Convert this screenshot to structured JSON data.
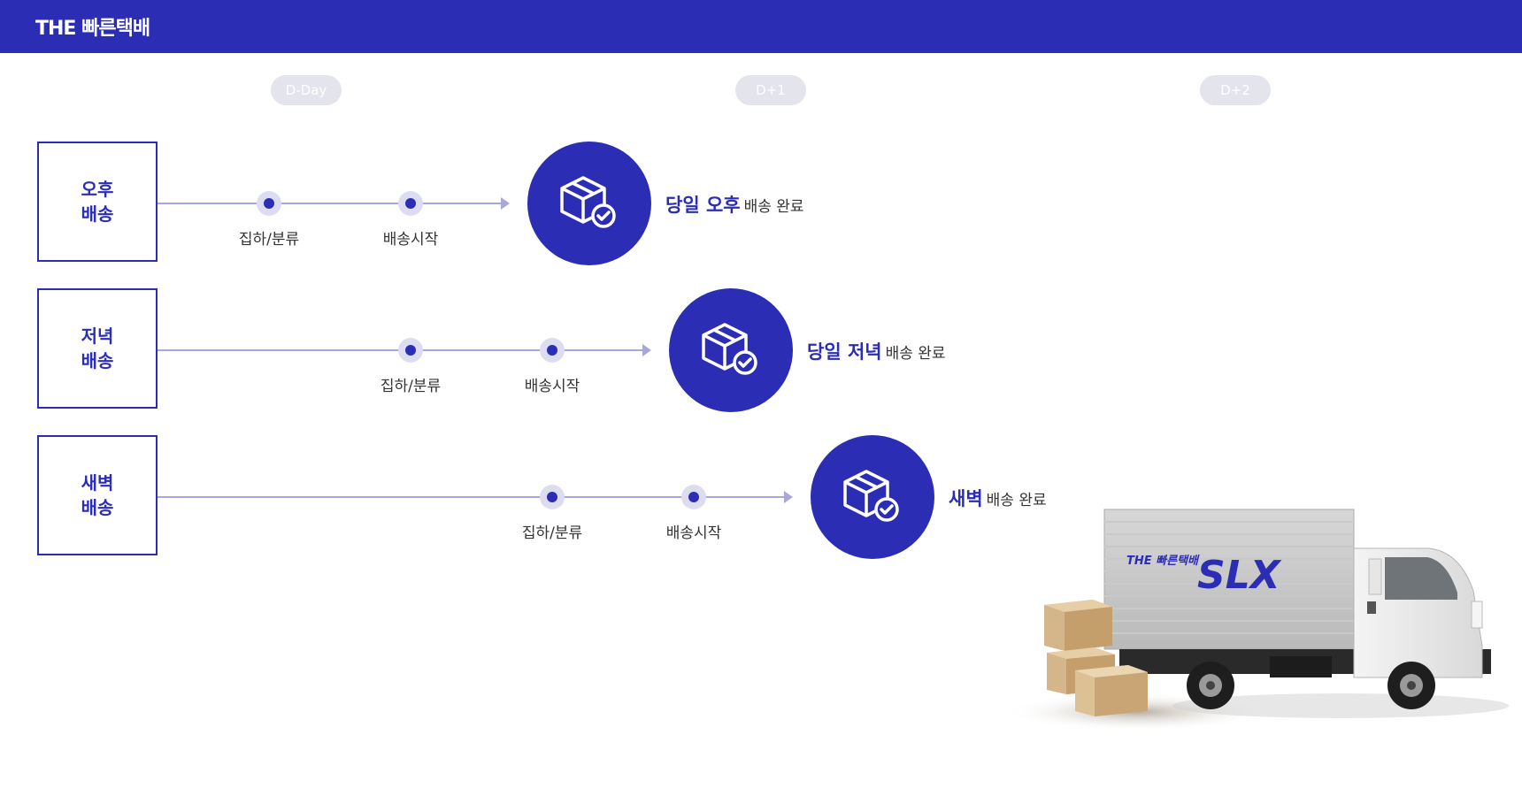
{
  "header": {
    "brand": "THE 빠른택배"
  },
  "timeline": {
    "days": [
      "D-Day",
      "D+1",
      "D+2"
    ]
  },
  "services": [
    {
      "line1": "오후",
      "line2": "배송",
      "step1": "집하/분류",
      "step2": "배송시작",
      "result_strong": "당일 오후",
      "result_light": "배송 완료"
    },
    {
      "line1": "저녁",
      "line2": "배송",
      "step1": "집하/분류",
      "step2": "배송시작",
      "result_strong": "당일 저녁",
      "result_light": "배송 완료"
    },
    {
      "line1": "새벽",
      "line2": "배송",
      "step1": "집하/분류",
      "step2": "배송시작",
      "result_strong": "새벽",
      "result_light": "배송 완료"
    }
  ],
  "truck": {
    "logo_text": "THE 빠른택배",
    "logo_mark": "SLX"
  },
  "colors": {
    "brand": "#2b2db5",
    "line": "#a7a8d8",
    "pill": "#e3e4ec"
  }
}
